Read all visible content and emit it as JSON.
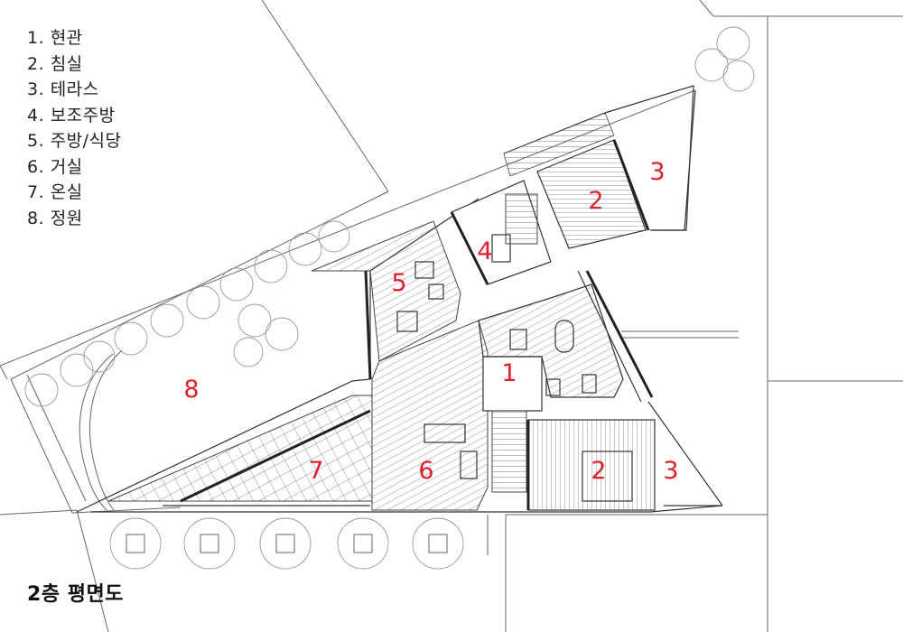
{
  "legend": [
    {
      "num": "1.",
      "name": "현관"
    },
    {
      "num": "2.",
      "name": "침실"
    },
    {
      "num": "3.",
      "name": "테라스"
    },
    {
      "num": "4.",
      "name": "보조주방"
    },
    {
      "num": "5.",
      "name": "주방/식당"
    },
    {
      "num": "6.",
      "name": "거실"
    },
    {
      "num": "7.",
      "name": "온실"
    },
    {
      "num": "8.",
      "name": "정원"
    }
  ],
  "title": "2층 평면도",
  "rooms": [
    "1",
    "2",
    "2",
    "3",
    "3",
    "4",
    "5",
    "6",
    "7",
    "8"
  ],
  "colors": {
    "room_label": "#e0202c",
    "line": "#666666",
    "wall": "#222222",
    "tree": "#999999"
  }
}
